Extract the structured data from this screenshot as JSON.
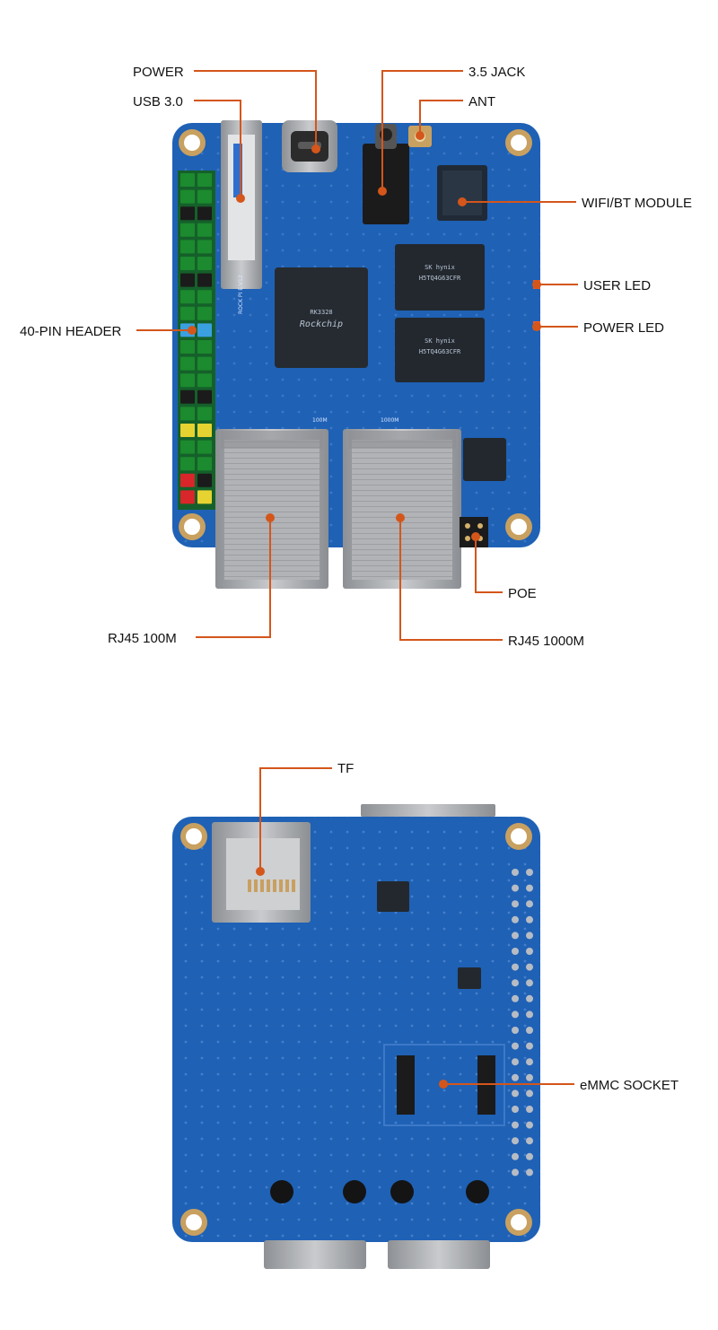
{
  "colors": {
    "accent": "#d4561b",
    "pcb": "#1f61b5",
    "pcb_dark": "#1a4f95",
    "header_green": "#1c8a2e",
    "metal": "#a7a9ac",
    "gold": "#c8a060"
  },
  "front_board": {
    "callouts": [
      {
        "id": "power",
        "label": "POWER"
      },
      {
        "id": "usb30",
        "label": "USB 3.0"
      },
      {
        "id": "jack35",
        "label": "3.5 JACK"
      },
      {
        "id": "ant",
        "label": "ANT"
      },
      {
        "id": "wifi",
        "label": "WIFI/BT MODULE"
      },
      {
        "id": "userled",
        "label": "USER LED"
      },
      {
        "id": "powerled",
        "label": "POWER LED"
      },
      {
        "id": "header40",
        "label": "40-PIN HEADER"
      },
      {
        "id": "poe",
        "label": "POE"
      },
      {
        "id": "rj45_100",
        "label": "RJ45 100M"
      },
      {
        "id": "rj45_1000",
        "label": "RJ45 1000M"
      }
    ],
    "chip_markings": {
      "soc": [
        "RK3328",
        "Rockchip"
      ],
      "ram1": [
        "SK hynix",
        "H5TQ4G63CFR"
      ],
      "ram2": [
        "SK hynix",
        "H5TQ4G63CFR"
      ]
    },
    "silkscreen": {
      "board_name": "ROCK PI E V12",
      "eth100": "100M",
      "eth1000": "1000M"
    }
  },
  "back_board": {
    "callouts": [
      {
        "id": "tf",
        "label": "TF"
      },
      {
        "id": "emmc",
        "label": "eMMC SOCKET"
      }
    ]
  }
}
